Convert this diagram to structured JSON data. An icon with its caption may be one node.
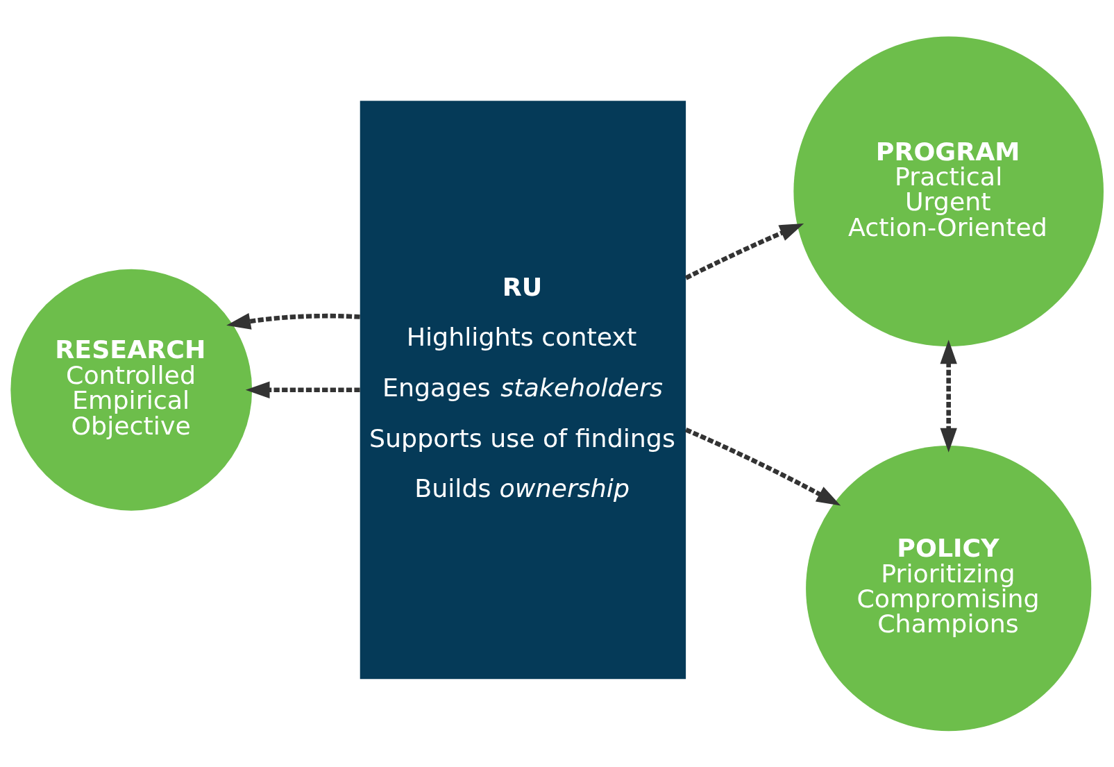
{
  "diagram": {
    "nodes": [
      {
        "text": [
          "RU",
          "Highlights context",
          "Engages *stakeholders*",
          "Supports use of findings",
          "Builds *ownership*"
        ]
      },
      {
        "text": [
          "RESEARCH",
          "Controlled",
          "Empirical",
          "Objective"
        ]
      },
      {
        "text": [
          "PROGRAM",
          "Practical",
          "Urgent",
          "Action-Oriented"
        ]
      },
      {
        "text": [
          "POLICY",
          "Prioritizing",
          "Compromising",
          "Champions"
        ]
      }
    ],
    "edges": [
      {
        "from": 0,
        "to": 1,
        "arrow": "to",
        "style": "dashed"
      },
      {
        "from": 0,
        "to": 1,
        "arrow": "to",
        "style": "dashed"
      },
      {
        "from": 0,
        "to": 2,
        "arrow": "to",
        "style": "dashed"
      },
      {
        "from": 0,
        "to": 3,
        "arrow": "to",
        "style": "dashed"
      },
      {
        "from": 2,
        "to": 3,
        "arrow": "both",
        "style": "dashed"
      }
    ]
  }
}
